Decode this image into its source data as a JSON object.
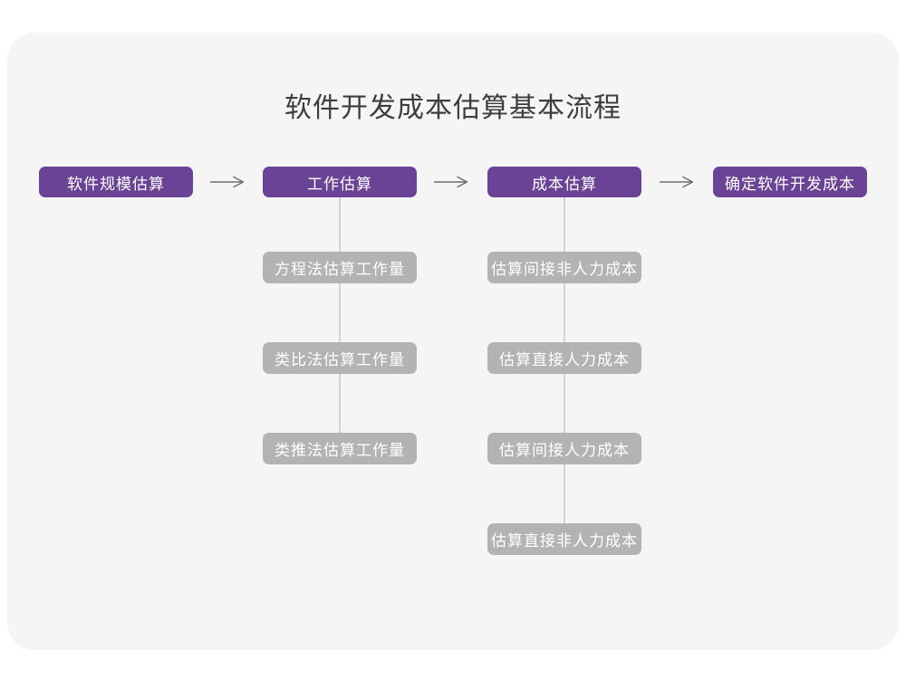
{
  "title": "软件开发成本估算基本流程",
  "main_flow": [
    "软件规模估算",
    "工作估算",
    "成本估算",
    "确定软件开发成本"
  ],
  "work_estimation_substeps": [
    "方程法估算工作量",
    "类比法估算工作量",
    "类推法估算工作量"
  ],
  "cost_estimation_substeps": [
    "估算间接非人力成本",
    "估算直接人力成本",
    "估算间接人力成本",
    "估算直接非人力成本"
  ],
  "colors": {
    "primary_purple": "#6a4397",
    "substep_gray": "#b3b3b3",
    "card_background": "#f5f5f6",
    "connector_line": "#d4d4d4",
    "arrow": "#6e6e6e",
    "title_text": "#3d3d3d"
  }
}
